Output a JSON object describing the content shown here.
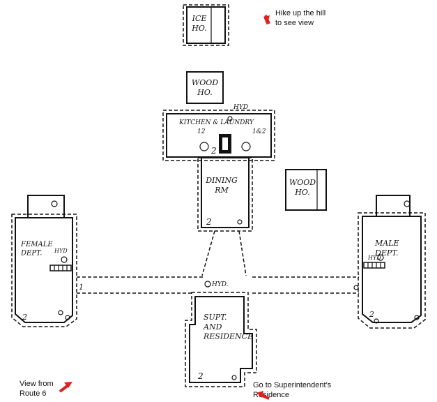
{
  "map": {
    "buildings": {
      "ice_house": "ICE\nHO.",
      "wood_house_top": "WOOD\nHO.",
      "kitchen": "KITCHEN & LAUNDRY",
      "kitchen_hyd": "HYD",
      "kitchen_num": "2",
      "kitchen_mark_left": "12",
      "kitchen_mark_right": "1&2",
      "dining": "DINING\nRM",
      "dining_num": "2",
      "wood_house_right": "WOOD\nHO.",
      "female": "FEMALE\nDEPT.",
      "female_hyd": "HYD",
      "female_num": "2",
      "female_mark": "1",
      "male": "MALE\nDEPT.",
      "male_hyd": "HYD",
      "male_num": "2",
      "supt": "SUPT.\nAND\nRESIDENCE",
      "supt_num": "2",
      "center_hyd": "HYD."
    },
    "nav": {
      "hike": "Hike up the hill\nto see view",
      "route6": "View from\nRoute 6",
      "supt": "Go to Superintendent's\nResidence"
    }
  },
  "colors": {
    "arrow": "#e02020",
    "ink": "#111111"
  }
}
